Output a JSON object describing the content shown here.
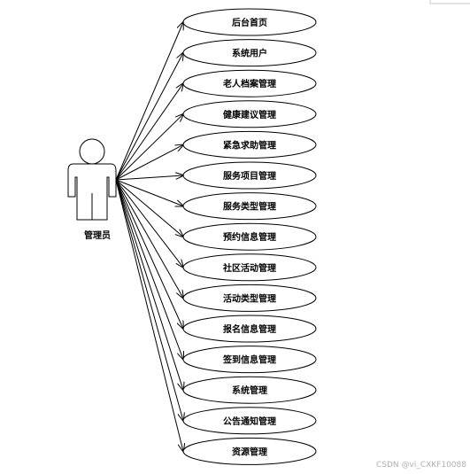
{
  "actor": {
    "label": "管理员"
  },
  "use_cases": [
    {
      "label": "后台首页"
    },
    {
      "label": "系统用户"
    },
    {
      "label": "老人档案管理"
    },
    {
      "label": "健康建议管理"
    },
    {
      "label": "紧急求助管理"
    },
    {
      "label": "服务项目管理"
    },
    {
      "label": "服务类型管理"
    },
    {
      "label": "预约信息管理"
    },
    {
      "label": "社区活动管理"
    },
    {
      "label": "活动类型管理"
    },
    {
      "label": "报名信息管理"
    },
    {
      "label": "签到信息管理"
    },
    {
      "label": "系统管理"
    },
    {
      "label": "公告通知管理"
    },
    {
      "label": "资源管理"
    }
  ],
  "watermark": "CSDN @vi_CXKF10088"
}
